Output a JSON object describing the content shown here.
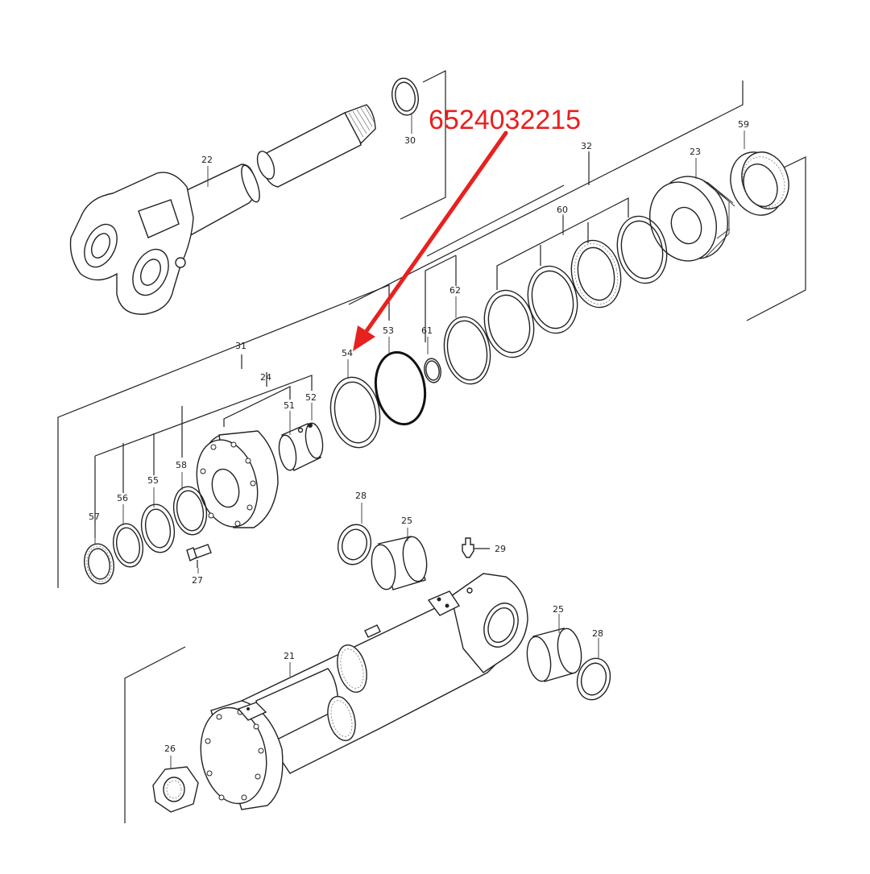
{
  "callout": {
    "part_number": "6524032215",
    "color": "#e8211e"
  },
  "labels": {
    "p21": "21",
    "p22": "22",
    "p23": "23",
    "p24": "24",
    "p25a": "25",
    "p25b": "25",
    "p26": "26",
    "p27": "27",
    "p28a": "28",
    "p28b": "28",
    "p29": "29",
    "p30": "30",
    "p31": "31",
    "p32": "32",
    "p51": "51",
    "p52": "52",
    "p53": "53",
    "p54": "54",
    "p55": "55",
    "p56": "56",
    "p57": "57",
    "p58": "58",
    "p59": "59",
    "p60": "60",
    "p61": "61",
    "p62": "62"
  }
}
